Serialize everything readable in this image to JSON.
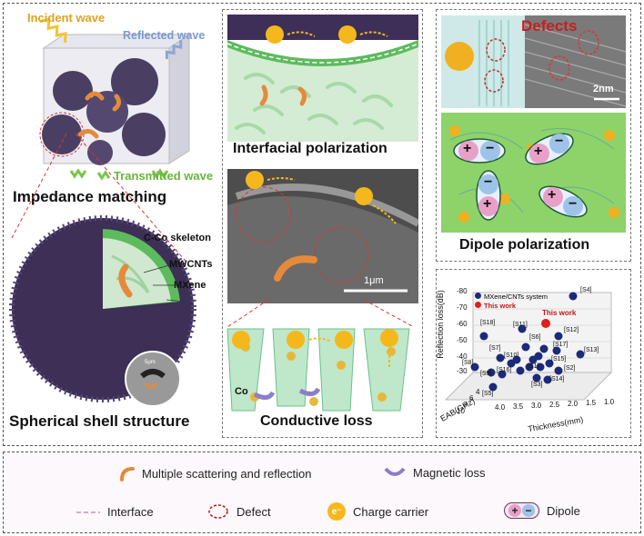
{
  "impedance": {
    "incident": "Incident wave",
    "reflected": "Reflected wave",
    "transmitted": "Transmitted wave",
    "title": "Impedance matching"
  },
  "shell": {
    "skeleton": "C-Co skeleton",
    "mwcnts": "MWCNTs",
    "mxene": "MXene",
    "scale": "5μm",
    "title": "Spherical shell structure"
  },
  "interfacial": {
    "title": "Interfacial polarization",
    "carrier": "e⁻"
  },
  "sem": {
    "scale": "1μm"
  },
  "conductive": {
    "co_label": "Co",
    "title": "Conductive loss"
  },
  "defects": {
    "title": "Defects",
    "scale": "2nm"
  },
  "dipole": {
    "title": "Dipole polarization",
    "plus": "+",
    "minus": "−"
  },
  "chart_data": {
    "type": "scatter",
    "zlabel": "Reflection loss(dB)",
    "ylabel": "EAB(GHz)",
    "xlabel": "Thickness(mm)",
    "z_ticks": [
      "-80",
      "-70",
      "-60",
      "-50",
      "-40",
      "-30"
    ],
    "y_ticks": [
      "4",
      "6",
      "8",
      "10"
    ],
    "x_ticks": [
      "4.0",
      "3.5",
      "3.0",
      "2.5",
      "2.0",
      "1.5",
      "1.0"
    ],
    "legend": [
      "MXene/CNTs system",
      "This work"
    ],
    "annotation": "This work",
    "point_labels": [
      "[S4]",
      "[S18]",
      "[S11]",
      "[S12]",
      "[S6]",
      "[S17]",
      "[S13]",
      "[S7]",
      "[S10]",
      "[S15]",
      "[S8]",
      "[S9]",
      "[S16]",
      "[S1]",
      "[S2]",
      "[S3]",
      "[S14]",
      "[S5]"
    ],
    "colors": {
      "system": "#1c2a7a",
      "this_work": "#e0201a"
    }
  },
  "legend": {
    "scattering": "Multiple scattering and reflection",
    "magnetic": "Magnetic loss",
    "interface": "Interface",
    "defect": "Defect",
    "carrier": "Charge carrier",
    "carrier_symbol": "e⁻",
    "dipole": "Dipole",
    "dipole_plus": "+",
    "dipole_minus": "−"
  }
}
